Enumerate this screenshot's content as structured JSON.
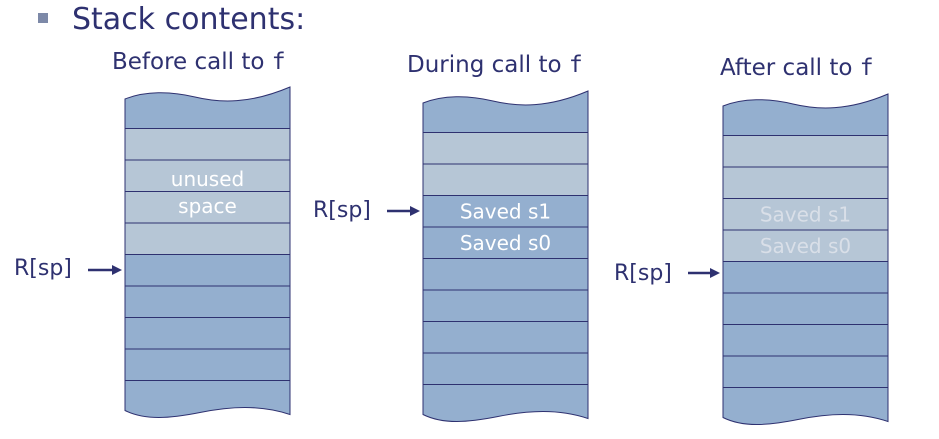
{
  "heading": "Stack contents:",
  "colors": {
    "dark": "#94afcf",
    "light": "#b6c6d6",
    "line": "#2e3170",
    "text": "#2e3170"
  },
  "diagrams": [
    {
      "title_prefix": "Before call to ",
      "title_code": "f",
      "cells": [
        "dark",
        "light",
        "light",
        "light",
        "light",
        "dark",
        "dark",
        "dark",
        "dark",
        "dark"
      ],
      "merged_label": [
        "unused",
        "space"
      ],
      "labels": [],
      "sp_label": "R[sp]"
    },
    {
      "title_prefix": "During call to ",
      "title_code": "f",
      "cells": [
        "dark",
        "light",
        "light",
        "dark",
        "dark",
        "dark",
        "dark",
        "dark",
        "dark",
        "dark"
      ],
      "labels": [
        "",
        "",
        "",
        "Saved s1",
        "Saved s0",
        "",
        "",
        "",
        "",
        ""
      ],
      "sp_label": "R[sp]"
    },
    {
      "title_prefix": "After call to ",
      "title_code": "f",
      "cells": [
        "dark",
        "light",
        "light",
        "light",
        "light",
        "dark",
        "dark",
        "dark",
        "dark",
        "dark"
      ],
      "labels": [
        "",
        "",
        "",
        "Saved s1",
        "Saved s0",
        "",
        "",
        "",
        "",
        ""
      ],
      "sp_label": "R[sp]"
    }
  ]
}
